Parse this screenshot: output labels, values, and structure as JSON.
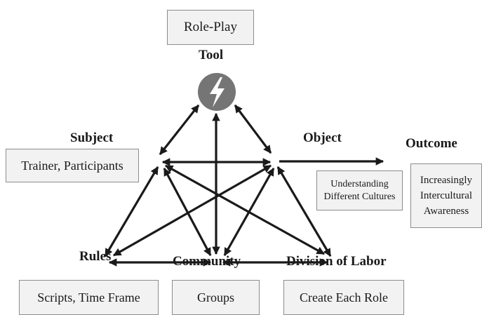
{
  "diagram": {
    "tool": {
      "heading": "Tool",
      "box": "Role-Play",
      "icon": "lightning-bolt-icon"
    },
    "subject": {
      "heading": "Subject",
      "box": "Trainer, Participants"
    },
    "object": {
      "heading": "Object",
      "box": "Understanding\nDifferent Cultures"
    },
    "outcome": {
      "heading": "Outcome",
      "box": "Increasingly\nIntercultural\nAwareness"
    },
    "rules": {
      "heading": "Rules",
      "box": "Scripts, Time Frame"
    },
    "community": {
      "heading": "Community",
      "box": "Groups"
    },
    "division": {
      "heading": "Division of Labor",
      "box": "Create Each Role"
    }
  },
  "colors": {
    "line": "#1a1a1a",
    "box_fill": "#f2f2f2",
    "box_border": "#8c8c8c",
    "icon_fill": "#757575"
  }
}
